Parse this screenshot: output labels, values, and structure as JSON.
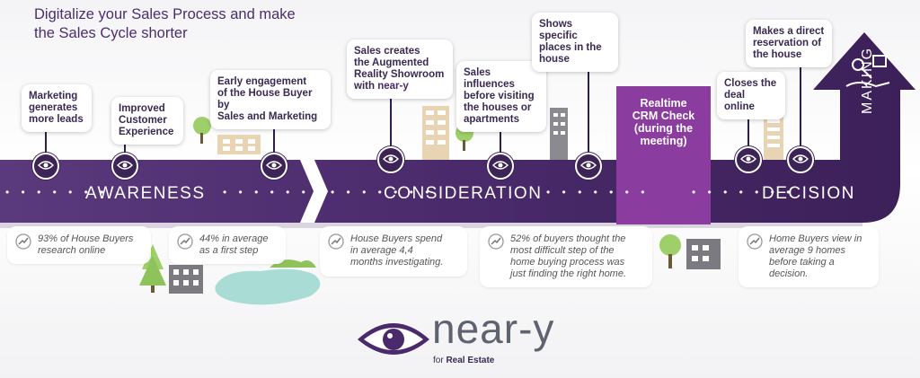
{
  "headline": {
    "line1": "Digitalize your Sales Process and make",
    "line2": "the Sales Cycle shorter"
  },
  "stages": {
    "awareness": "AWARENESS",
    "consideration": "CONSIDERATION",
    "decision": "DECISION",
    "making": "MAKING"
  },
  "dots": "• • • • • • •",
  "crm": {
    "line1": "Realtime",
    "line2": "CRM Check",
    "line3": "(during the",
    "line4": "meeting)"
  },
  "callouts": {
    "marketing": [
      "Marketing",
      "generates",
      "more leads"
    ],
    "experience": [
      "Improved",
      "Customer",
      "Experience"
    ],
    "early": [
      "Early engagement",
      "of the House Buyer by",
      "Sales and Marketing"
    ],
    "showroom": [
      "Sales creates",
      "the Augmented",
      "Reality Showroom",
      "with "
    ],
    "showroom_brand": "near-y",
    "influences": [
      "Sales influences",
      "before visiting",
      "the houses or",
      "apartments"
    ],
    "places": [
      "Shows specific",
      "places in the",
      "house"
    ],
    "closes": [
      "Closes the",
      "deal online"
    ],
    "reservation": [
      "Makes a direct",
      "reservation of",
      "the house"
    ]
  },
  "notes": {
    "n1": [
      "93% of House Buyers",
      "research online"
    ],
    "n2": [
      "44% in average",
      "as a first step"
    ],
    "n3": [
      "House Buyers spend",
      "in average 4,4",
      "months investigating."
    ],
    "n4": [
      "52% of buyers thought the",
      "most difficult step of the",
      "home buying process was",
      "just finding the right home."
    ],
    "n5": [
      "Home Buyers view in",
      "average 9 homes",
      "before taking a",
      "decision."
    ]
  },
  "logo": {
    "word": "near-y",
    "for": "for ",
    "sub": "Real Estate"
  },
  "colors": {
    "band": "#4a2a6b",
    "accent": "#8a3d9e",
    "text_dark": "#3a2a52"
  }
}
